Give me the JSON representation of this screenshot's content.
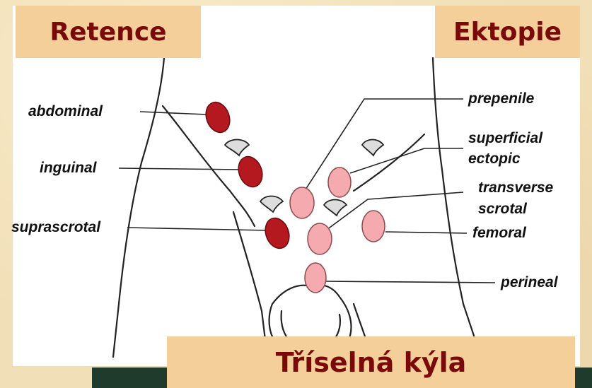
{
  "headers": {
    "retention": "Retence",
    "ectopy": "Ektopie",
    "hernia": "Tříselná kýla"
  },
  "labels": {
    "abdominal": "abdominal",
    "inguinal": "inguinal",
    "suprascrotal": "suprascrotal",
    "prepenile": "prepenile",
    "superficial": "superficial",
    "ectopic": "ectopic",
    "transverse": "transverse",
    "scrotal": "scrotal",
    "femoral": "femoral",
    "perineal": "perineal"
  },
  "colors": {
    "retention_testis": "#b3191f",
    "ectopic_testis": "#f4aaaf",
    "header_bg": "#f5cf9a",
    "header_text": "#7a0a0a",
    "page_bg": "#f1dfb7"
  }
}
